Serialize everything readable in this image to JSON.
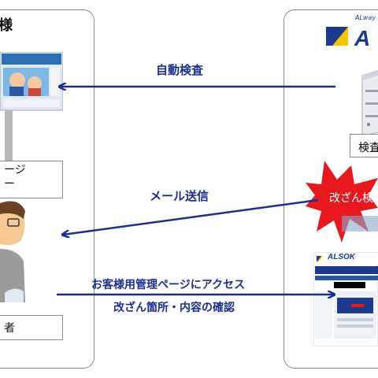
{
  "left_panel": {
    "title": "様",
    "box1_line1": "ージ",
    "box1_line2": "ー",
    "box2": "者"
  },
  "right_panel": {
    "logo_text": "A",
    "logo_tagline": "ALway",
    "server_label": "検査",
    "burst_text": "改ざん検",
    "screen_logo": "ALSOK"
  },
  "arrows": {
    "auto_check": "自動検査",
    "mail_send": "メール送信",
    "access_line1": "お客様用管理ページにアクセス",
    "access_line2": "改ざん箇所・内容の確認"
  },
  "colors": {
    "arrow": "#1a2e8c",
    "burst": "#e8191e",
    "logo_blue": "#1b3a8c",
    "logo_yellow": "#f5c400"
  }
}
